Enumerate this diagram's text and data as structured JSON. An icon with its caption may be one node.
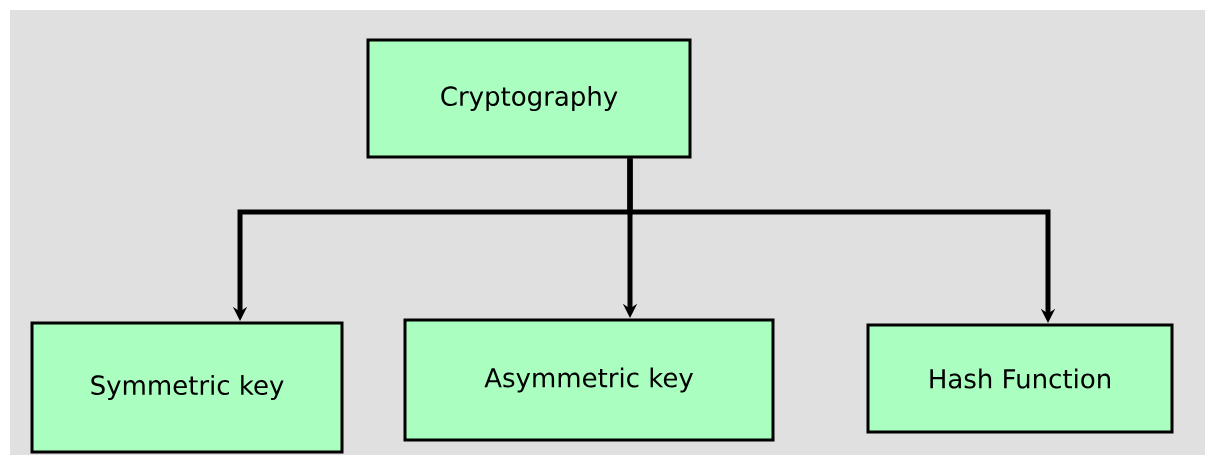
{
  "diagram": {
    "nodes": [
      {
        "text": [
          "Cryptography"
        ]
      },
      {
        "text": [
          "Symmetric key"
        ]
      },
      {
        "text": [
          "Asymmetric key"
        ]
      },
      {
        "text": [
          "Hash Function"
        ]
      }
    ],
    "edges": [
      {
        "from": 0,
        "to": 1,
        "arrow": "to"
      },
      {
        "from": 0,
        "to": 2,
        "arrow": "to"
      },
      {
        "from": 0,
        "to": 3,
        "arrow": "to"
      }
    ]
  }
}
